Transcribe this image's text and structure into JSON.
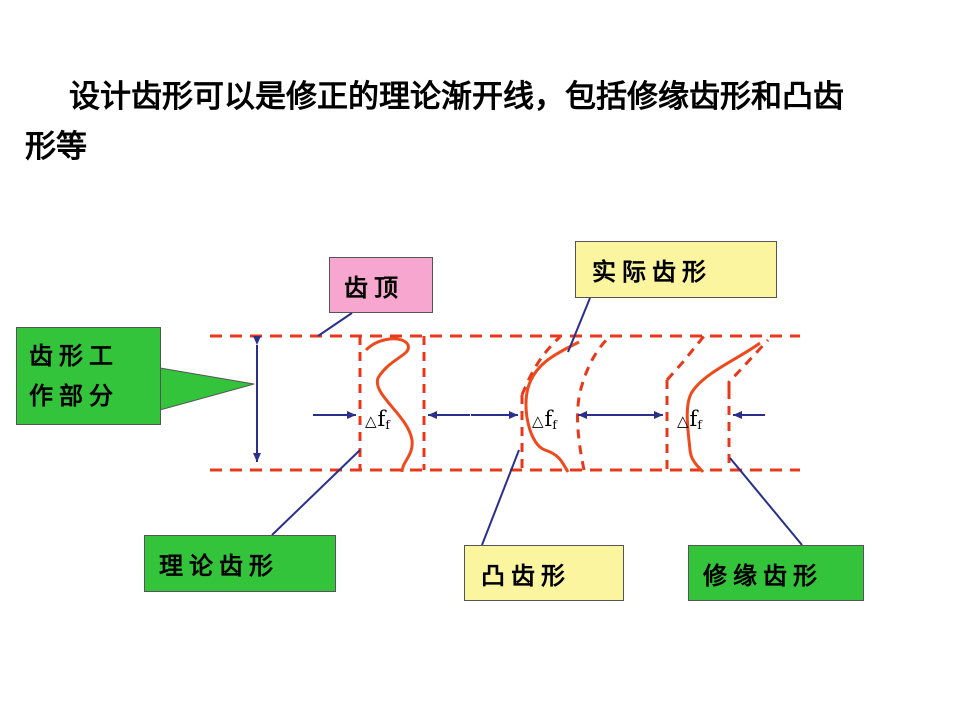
{
  "title": "设计齿形可以是修正的理论渐开线，包括修缘齿形和凸齿形等",
  "labels": {
    "tooth_top": "齿顶",
    "actual_profile": "实际齿形",
    "working_part_line1": "齿形工",
    "working_part_line2": "作部分",
    "theoretical_profile": "理论齿形",
    "convex_profile": "凸齿形",
    "modified_profile": "修缘齿形"
  },
  "deviation": {
    "triangle": "△",
    "f": "f",
    "sub": "f"
  },
  "colors": {
    "dashed_lines": "#e8381c",
    "profile_curves": "#ee4a1d",
    "arrows": "#2a2f8c",
    "pink": "#f7a6d0",
    "yellow": "#fcf59f",
    "green": "#33c43b"
  }
}
